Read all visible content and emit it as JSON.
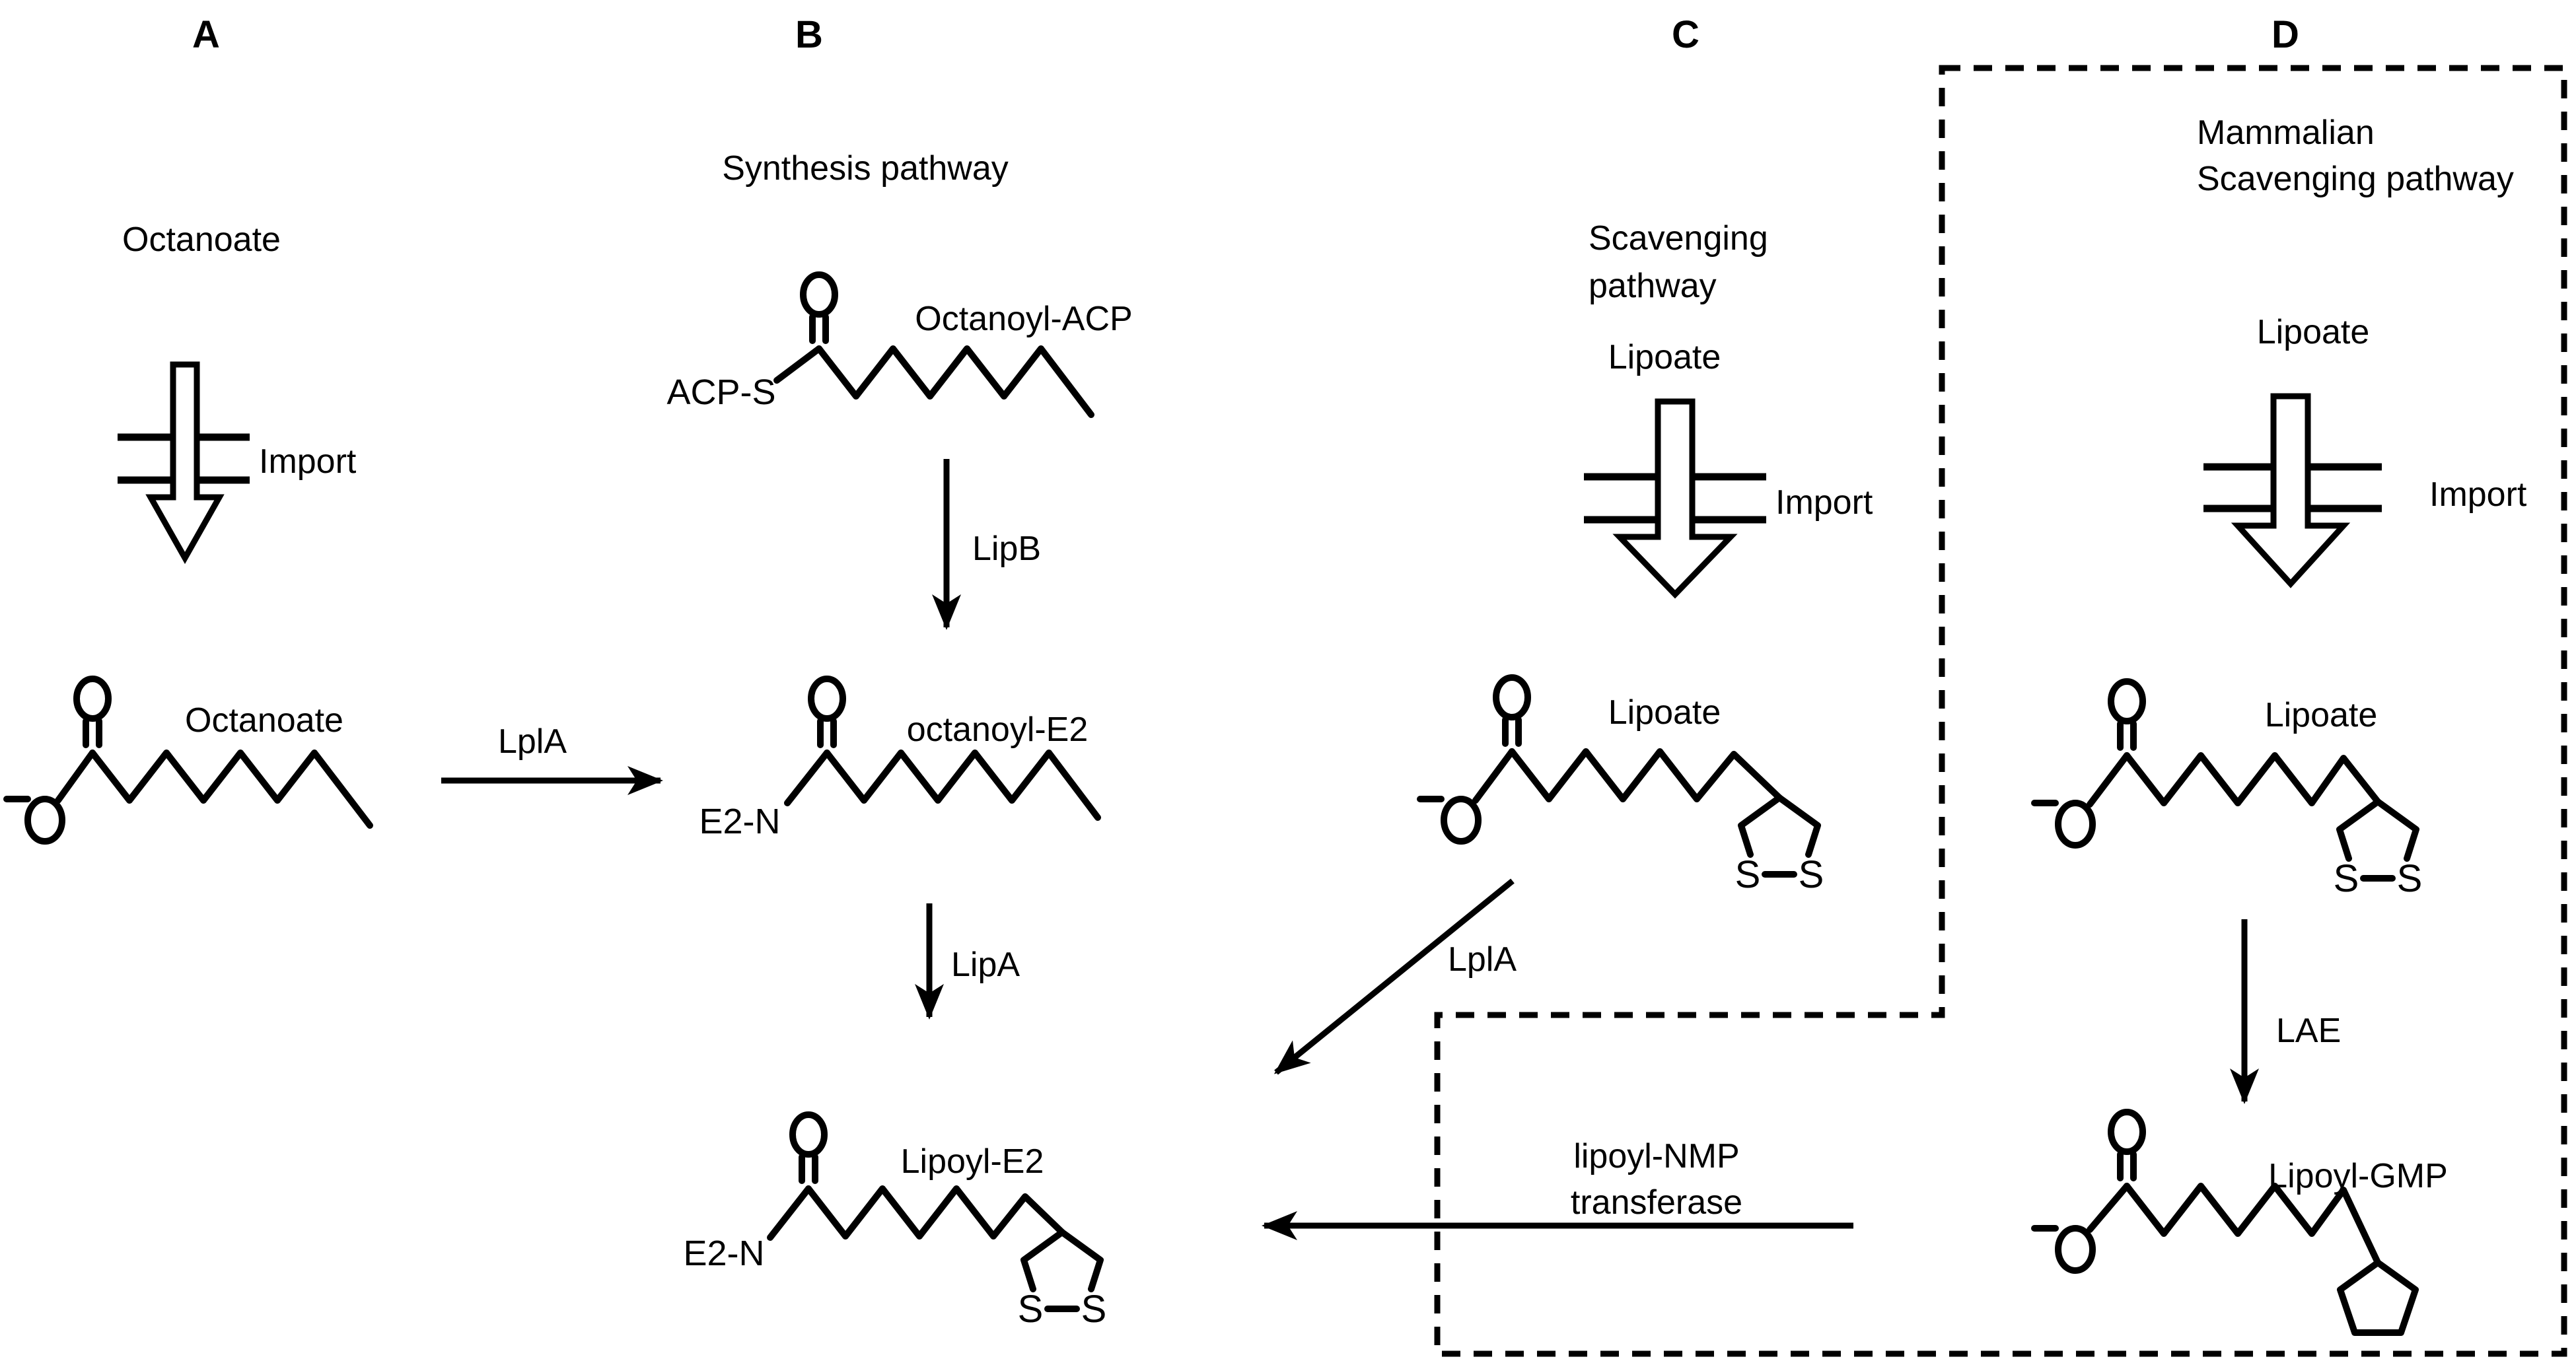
{
  "panels": {
    "a": {
      "letter": "A",
      "substrate_label": "Octanoate",
      "import_label": "Import",
      "molecule": {
        "name": "Octanoate",
        "carbonyl_atom": "O",
        "carboxylate_atom": "O",
        "charge": "-"
      },
      "arrow_to_b": {
        "enzyme": "LplA"
      }
    },
    "b": {
      "letter": "B",
      "title": "Synthesis pathway",
      "octanoyl_acp": {
        "name": "Octanoyl-ACP",
        "thioester_label": "ACP-S",
        "carbonyl_atom": "O"
      },
      "arrow_lipb": {
        "enzyme": "LipB"
      },
      "octanoyl_e2": {
        "name": "octanoyl-E2",
        "amide_label": "E2-N",
        "carbonyl_atom": "O"
      },
      "arrow_lipa": {
        "enzyme": "LipA"
      },
      "lipoyl_e2": {
        "name": "Lipoyl-E2",
        "amide_label": "E2-N",
        "carbonyl_atom": "O",
        "s1": "S",
        "s2": "S"
      }
    },
    "c": {
      "letter": "C",
      "title_line1": "Scavenging",
      "title_line2": "pathway",
      "substrate_label": "Lipoate",
      "import_label": "Import",
      "molecule": {
        "name": "Lipoate",
        "carbonyl_atom": "O",
        "carboxylate_atom": "O",
        "charge": "-",
        "s1": "S",
        "s2": "S"
      },
      "arrow_lpla": {
        "enzyme": "LplA"
      }
    },
    "d": {
      "letter": "D",
      "title_line1": "Mammalian",
      "title_line2": "Scavenging pathway",
      "substrate_label": "Lipoate",
      "import_label": "Import",
      "lipoate": {
        "name": "Lipoate",
        "carbonyl_atom": "O",
        "carboxylate_atom": "O",
        "charge": "-",
        "s1": "S",
        "s2": "S"
      },
      "arrow_lae": {
        "enzyme": "LAE"
      },
      "lipoyl_gmp": {
        "name": "Lipoyl-GMP",
        "carbonyl_atom": "O",
        "carboxylate_atom": "O",
        "charge": "-"
      },
      "transferase_line1": "lipoyl-NMP",
      "transferase_line2": "transferase"
    }
  }
}
